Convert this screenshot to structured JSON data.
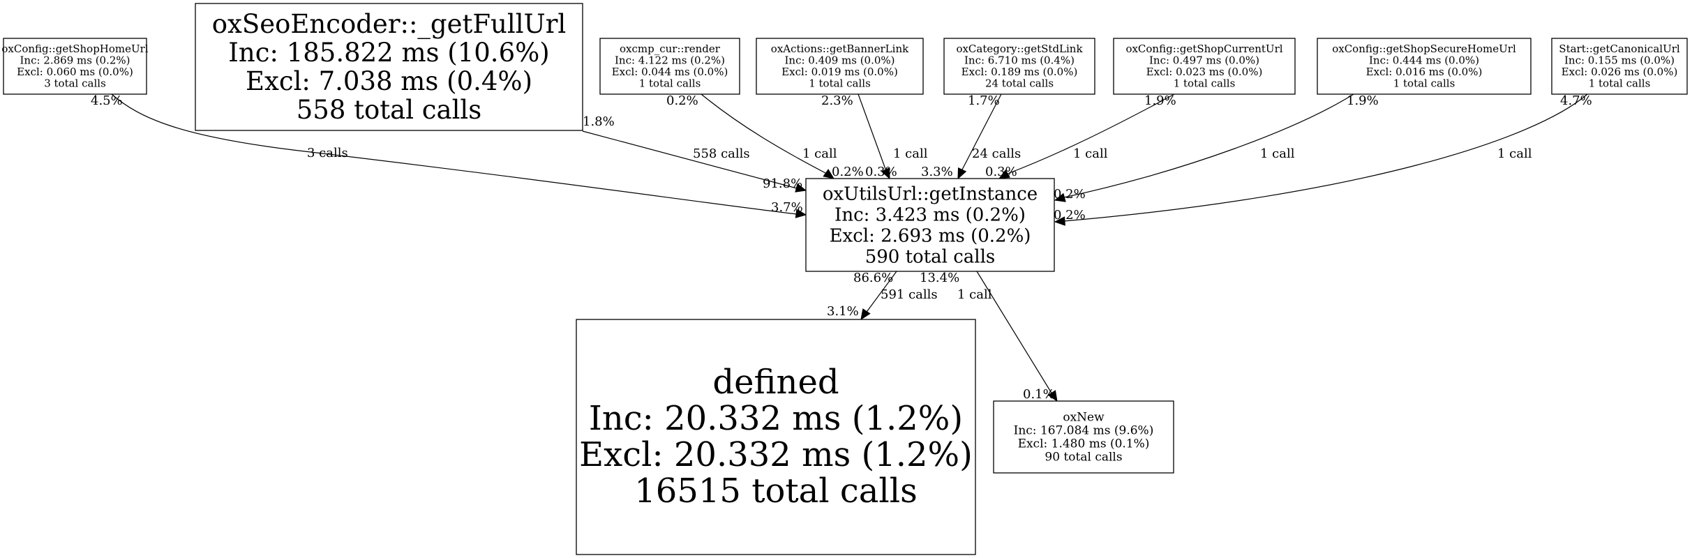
{
  "graph": {
    "colors": {
      "hot_node_fill": "#ff0000",
      "node_fill": "#ffffff",
      "stroke": "#000000"
    },
    "nodes": [
      {
        "id": "getShopHomeUrl",
        "name": "oxConfig::getShopHomeUrl",
        "inc": "Inc: 2.869 ms (0.2%)",
        "excl": "Excl: 0.060 ms (0.0%)",
        "calls": "3 total calls"
      },
      {
        "id": "getFullUrl",
        "name": "oxSeoEncoder::_getFullUrl",
        "inc": "Inc: 185.822 ms (10.6%)",
        "excl": "Excl: 7.038 ms (0.4%)",
        "calls": "558 total calls"
      },
      {
        "id": "render",
        "name": "oxcmp_cur::render",
        "inc": "Inc: 4.122 ms (0.2%)",
        "excl": "Excl: 0.044 ms (0.0%)",
        "calls": "1 total calls"
      },
      {
        "id": "getBannerLink",
        "name": "oxActions::getBannerLink",
        "inc": "Inc: 0.409 ms (0.0%)",
        "excl": "Excl: 0.019 ms (0.0%)",
        "calls": "1 total calls"
      },
      {
        "id": "getStdLink",
        "name": "oxCategory::getStdLink",
        "inc": "Inc: 6.710 ms (0.4%)",
        "excl": "Excl: 0.189 ms (0.0%)",
        "calls": "24 total calls"
      },
      {
        "id": "getShopCurrentUrl",
        "name": "oxConfig::getShopCurrentUrl",
        "inc": "Inc: 0.497 ms (0.0%)",
        "excl": "Excl: 0.023 ms (0.0%)",
        "calls": "1 total calls"
      },
      {
        "id": "getShopSecureHomeUrl",
        "name": "oxConfig::getShopSecureHomeUrl",
        "inc": "Inc: 0.444 ms (0.0%)",
        "excl": "Excl: 0.016 ms (0.0%)",
        "calls": "1 total calls"
      },
      {
        "id": "getCanonicalUrl",
        "name": "Start::getCanonicalUrl",
        "inc": "Inc: 0.155 ms (0.0%)",
        "excl": "Excl: 0.026 ms (0.0%)",
        "calls": "1 total calls"
      },
      {
        "id": "getInstance",
        "name": "oxUtilsUrl::getInstance",
        "inc": "Inc: 3.423 ms (0.2%)",
        "excl": "Excl: 2.693 ms (0.2%)",
        "calls": "590 total calls"
      },
      {
        "id": "defined",
        "name": "defined",
        "inc": "Inc: 20.332 ms (1.2%)",
        "excl": "Excl: 20.332 ms (1.2%)",
        "calls": "16515 total calls",
        "hot": true
      },
      {
        "id": "oxNew",
        "name": "oxNew",
        "inc": "Inc: 167.084 ms (9.6%)",
        "excl": "Excl: 1.480 ms (0.1%)",
        "calls": "90 total calls"
      }
    ],
    "edges": [
      {
        "from": "getShopHomeUrl",
        "to": "getInstance",
        "calls": "3 calls",
        "tail_pct": "4.5%",
        "head_pct": "3.7%"
      },
      {
        "from": "getFullUrl",
        "to": "getInstance",
        "calls": "558 calls",
        "tail_pct": "1.8%",
        "head_pct": "91.8%"
      },
      {
        "from": "render",
        "to": "getInstance",
        "calls": "1 call",
        "tail_pct": "0.2%",
        "head_pct": "0.2%"
      },
      {
        "from": "getBannerLink",
        "to": "getInstance",
        "calls": "1 call",
        "tail_pct": "2.3%",
        "head_pct": "0.3%"
      },
      {
        "from": "getStdLink",
        "to": "getInstance",
        "calls": "24 calls",
        "tail_pct": "1.7%",
        "head_pct": "3.3%"
      },
      {
        "from": "getShopCurrentUrl",
        "to": "getInstance",
        "calls": "1 call",
        "tail_pct": "1.9%",
        "head_pct": "0.3%"
      },
      {
        "from": "getShopSecureHomeUrl",
        "to": "getInstance",
        "calls": "1 call",
        "tail_pct": "1.9%",
        "head_pct": "0.2%"
      },
      {
        "from": "getCanonicalUrl",
        "to": "getInstance",
        "calls": "1 call",
        "tail_pct": "4.7%",
        "head_pct": "0.2%"
      },
      {
        "from": "getInstance",
        "to": "defined",
        "calls": "591 calls",
        "tail_pct": "86.6%",
        "head_pct": "3.1%"
      },
      {
        "from": "getInstance",
        "to": "oxNew",
        "calls": "1 call",
        "tail_pct": "13.4%",
        "head_pct": "0.1%"
      }
    ]
  }
}
